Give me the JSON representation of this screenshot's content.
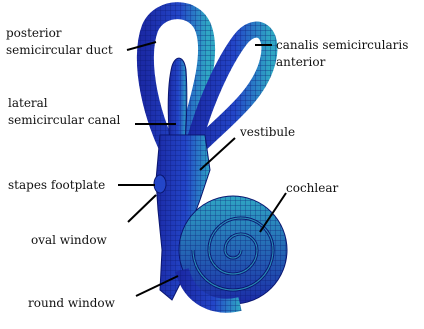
{
  "labels": {
    "posterior": [
      "posterior",
      "semicircular duct"
    ],
    "anterior": [
      "canalis semicircularis",
      "anterior"
    ],
    "lateral": [
      "lateral",
      "semicircular canal"
    ],
    "vestibule": "vestibule",
    "stapes": "stapes footplate",
    "cochlear": "cochlear",
    "oval_window": "oval window",
    "round_window": "round window"
  },
  "colors": {
    "mesh_fill_dark": "#1b2aa6",
    "mesh_fill_mid": "#2346c8",
    "mesh_fill_light": "#2fa6c4",
    "mesh_line": "#0a1670",
    "leader_line": "#000000",
    "text": "#111111"
  }
}
